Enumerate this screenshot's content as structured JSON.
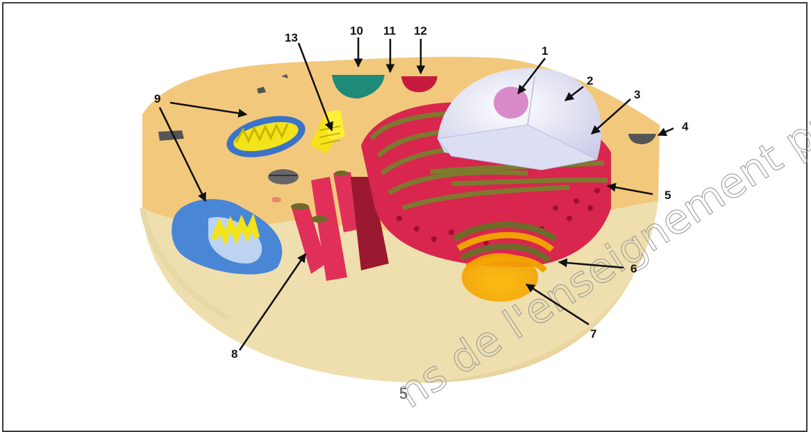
{
  "diagram": {
    "labels": [
      "1",
      "2",
      "3",
      "4",
      "5",
      "6",
      "7",
      "8",
      "9",
      "10",
      "11",
      "12",
      "13"
    ],
    "watermark": "ns de l'enseignement professio",
    "page_mark": "5"
  }
}
